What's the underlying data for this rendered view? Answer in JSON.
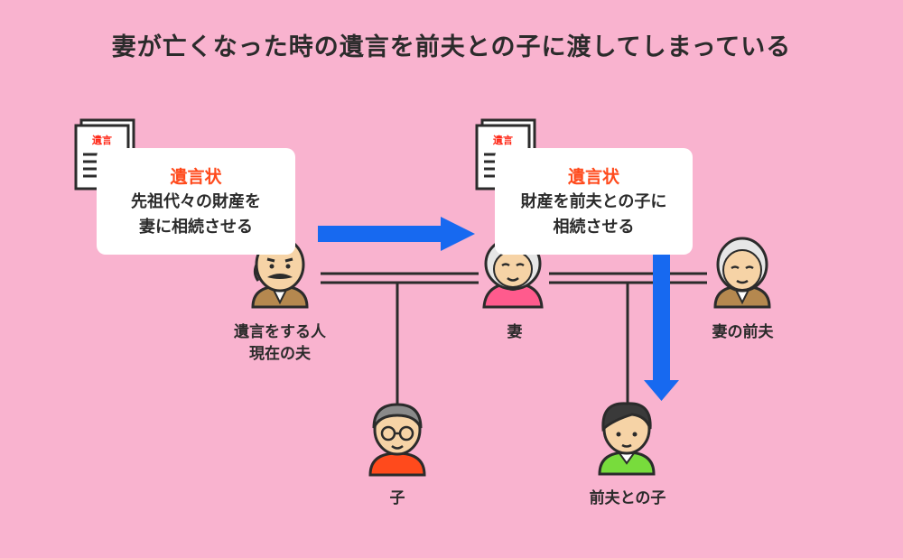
{
  "title": "妻が亡くなった時の遺言を前夫との子に渡してしまっている",
  "colors": {
    "background": "#f9b3cf",
    "arrow": "#1769f0",
    "card_heading": "#ff4a1c",
    "line": "#2b2b2b"
  },
  "wills": [
    {
      "doc_label": "遺言",
      "heading": "遺言状",
      "lines": [
        "先祖代々の財産を",
        "妻に相続させる"
      ]
    },
    {
      "doc_label": "遺言",
      "heading": "遺言状",
      "lines": [
        "財産を前夫との子に",
        "相続させる"
      ]
    }
  ],
  "people": {
    "current_husband": {
      "lines": [
        "遺言をする人",
        "現在の夫"
      ],
      "icon": "old-man-mustache-icon"
    },
    "wife": {
      "lines": [
        "妻"
      ],
      "icon": "old-woman-icon"
    },
    "former_husband": {
      "lines": [
        "妻の前夫"
      ],
      "icon": "old-man-icon"
    },
    "child": {
      "lines": [
        "子"
      ],
      "icon": "man-glasses-icon"
    },
    "former_child": {
      "lines": [
        "前夫との子"
      ],
      "icon": "young-man-icon"
    }
  }
}
